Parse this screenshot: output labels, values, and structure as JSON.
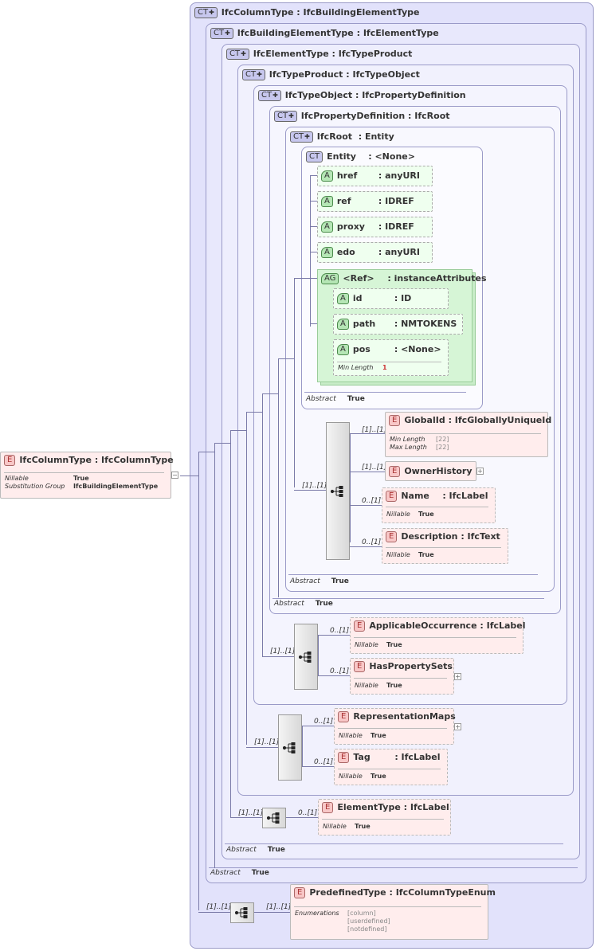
{
  "root_element": {
    "badge": "E",
    "name": "IfcColumnType",
    "type": ": IfcColumnType",
    "props": [
      {
        "key": "Nillable",
        "value": "True"
      },
      {
        "key": "Substitution Group",
        "value": "IfcBuildingElementType"
      }
    ]
  },
  "complex_types": [
    {
      "badge": "CT",
      "name": "IfcColumnType",
      "base": ": IfcBuildingElementType"
    },
    {
      "badge": "CT",
      "name": "IfcBuildingElementType",
      "base": ": IfcElementType"
    },
    {
      "badge": "CT",
      "name": "IfcElementType",
      "base": ": IfcTypeProduct"
    },
    {
      "badge": "CT",
      "name": "IfcTypeProduct",
      "base": ": IfcTypeObject"
    },
    {
      "badge": "CT",
      "name": "IfcTypeObject",
      "base": ": IfcPropertyDefinition"
    },
    {
      "badge": "CT",
      "name": "IfcPropertyDefinition",
      "base": ": IfcRoot"
    },
    {
      "badge": "CT",
      "name": "IfcRoot",
      "base": ": Entity"
    },
    {
      "badge": "CT",
      "name": "Entity",
      "base": ": <None>"
    }
  ],
  "abstract": {
    "key": "Abstract",
    "value": "True"
  },
  "entity_attributes": [
    {
      "badge": "A",
      "name": "href",
      "type": ": anyURI"
    },
    {
      "badge": "A",
      "name": "ref",
      "type": ": IDREF"
    },
    {
      "badge": "A",
      "name": "proxy",
      "type": ": IDREF"
    },
    {
      "badge": "A",
      "name": "edo",
      "type": ": anyURI"
    }
  ],
  "attribute_group": {
    "badge": "AG",
    "name": "<Ref>",
    "type": ": instanceAttributes",
    "attributes": [
      {
        "badge": "A",
        "name": "id",
        "type": ": ID"
      },
      {
        "badge": "A",
        "name": "path",
        "type": ": NMTOKENS"
      },
      {
        "badge": "A",
        "name": "pos",
        "type": ": <None>",
        "prop_key": "Min Length",
        "prop_value": "1"
      }
    ]
  },
  "root_elements": {
    "seq_card": "[1]..[1]",
    "items": [
      {
        "card": "[1]..[1]",
        "badge": "E",
        "name": "GlobalId",
        "type": ": IfcGloballyUniqueId",
        "props": [
          {
            "key": "Min Length",
            "value": "[22]"
          },
          {
            "key": "Max Length",
            "value": "[22]"
          }
        ]
      },
      {
        "card": "[1]..[1]",
        "badge": "E",
        "name": "OwnerHistory",
        "type": ""
      },
      {
        "card": "0..[1]",
        "badge": "E",
        "name": "Name",
        "type": ": IfcLabel",
        "props": [
          {
            "key": "Nillable",
            "value": "True"
          }
        ]
      },
      {
        "card": "0..[1]",
        "badge": "E",
        "name": "Description",
        "type": ": IfcText",
        "props": [
          {
            "key": "Nillable",
            "value": "True"
          }
        ]
      }
    ]
  },
  "typeobject_elements": {
    "seq_card": "[1]..[1]",
    "items": [
      {
        "card": "0..[1]",
        "badge": "E",
        "name": "ApplicableOccurrence",
        "type": ": IfcLabel",
        "props": [
          {
            "key": "Nillable",
            "value": "True"
          }
        ]
      },
      {
        "card": "0..[1]",
        "badge": "E",
        "name": "HasPropertySets",
        "type": "",
        "props": [
          {
            "key": "Nillable",
            "value": "True"
          }
        ]
      }
    ]
  },
  "typeproduct_elements": {
    "seq_card": "[1]..[1]",
    "items": [
      {
        "card": "0..[1]",
        "badge": "E",
        "name": "RepresentationMaps",
        "type": "",
        "props": [
          {
            "key": "Nillable",
            "value": "True"
          }
        ]
      },
      {
        "card": "0..[1]",
        "badge": "E",
        "name": "Tag",
        "type": ": IfcLabel",
        "props": [
          {
            "key": "Nillable",
            "value": "True"
          }
        ]
      }
    ]
  },
  "elementtype_elements": {
    "seq_card": "[1]..[1]",
    "items": [
      {
        "card": "0..[1]",
        "badge": "E",
        "name": "ElementType",
        "type": ": IfcLabel",
        "props": [
          {
            "key": "Nillable",
            "value": "True"
          }
        ]
      }
    ]
  },
  "columntype_elements": {
    "seq_card": "[1]..[1]",
    "items": [
      {
        "card": "[1]..[1]",
        "badge": "E",
        "name": "PredefinedType",
        "type": ": IfcColumnTypeEnum",
        "enum_key": "Enumerations",
        "enum_values": [
          "[column]",
          "[userdefined]",
          "[notdefined]"
        ]
      }
    ]
  },
  "colors": {
    "ct_border": "#9a9ac8",
    "attr_bg": "#efffef",
    "elem_bg": "#ffeded",
    "ag_bg": "#d6f5d6"
  }
}
